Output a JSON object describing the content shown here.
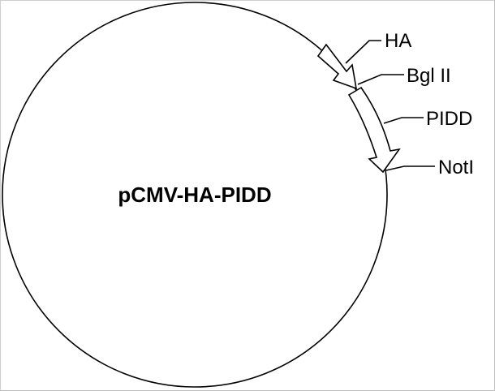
{
  "plasmid": {
    "name": "pCMV-HA-PIDD"
  },
  "features": {
    "ha": "HA",
    "bglii": "Bgl II",
    "pidd": "PIDD",
    "notI": "NotI"
  },
  "colors": {
    "line": "#000000",
    "fill": "#ffffff"
  }
}
